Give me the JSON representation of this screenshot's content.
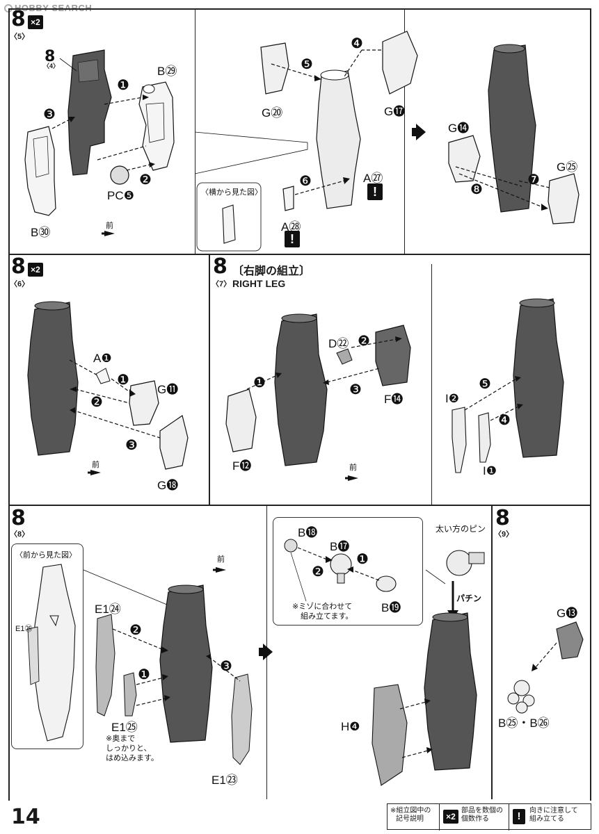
{
  "watermark": "HOBBY SEARCH",
  "page_number": "14",
  "steps": {
    "s5": {
      "num": "8",
      "sub": "〈5〉",
      "mult": "×2"
    },
    "s6": {
      "num": "8",
      "sub": "〈6〉",
      "mult": "×2"
    },
    "s7": {
      "num": "8",
      "sub": "〈7〉",
      "title": "〔右脚の組立〕",
      "subtitle": "RIGHT LEG"
    },
    "s8": {
      "num": "8",
      "sub": "〈8〉"
    },
    "s9": {
      "num": "8",
      "sub": "〈9〉"
    }
  },
  "panel1": {
    "ref_num": "8",
    "ref_sub": "〈4〉",
    "labels": {
      "b29": "B㉙",
      "b30": "B㉚",
      "pc5": "PC❺",
      "front": "前"
    },
    "steps": [
      "❶",
      "❷",
      "❸"
    ]
  },
  "panel2": {
    "labels": {
      "g20": "G⑳",
      "g17": "G⓱",
      "a27": "A㉗",
      "a28": "A㉘"
    },
    "side_view": "〈横から見た図〉",
    "steps": [
      "❹",
      "❺",
      "❻"
    ]
  },
  "panel3": {
    "labels": {
      "g14": "G⓮",
      "g25": "G㉕"
    },
    "steps": [
      "❼",
      "❽"
    ]
  },
  "panel4": {
    "labels": {
      "a1": "A❶",
      "g11": "G⓫",
      "g18": "G⓲",
      "front": "前"
    },
    "steps": [
      "❶",
      "❷",
      "❸"
    ]
  },
  "panel5": {
    "labels": {
      "d22": "D㉒",
      "f14": "F⓮",
      "f12": "F⓬",
      "front": "前"
    },
    "steps": [
      "❶",
      "❷",
      "❸"
    ]
  },
  "panel6": {
    "labels": {
      "i2": "I❷",
      "i1": "I❶"
    },
    "steps": [
      "❹",
      "❺"
    ]
  },
  "panel7": {
    "front_view": "〈前から見た図〉",
    "labels": {
      "e1_24": "E1㉔",
      "e1_25": "E1㉕",
      "e1_25b": "E1㉕",
      "e1_23": "E1㉓",
      "front": "前"
    },
    "note": [
      "※奥まで",
      "しっかりと、",
      "はめ込みます。"
    ],
    "steps": [
      "❶",
      "❷",
      "❸"
    ]
  },
  "panel8": {
    "labels": {
      "b18": "B⓲",
      "b17": "B⓱",
      "b19": "B⓳",
      "h4": "H❹"
    },
    "pin_note": "太い方のピン",
    "snap": "パチン",
    "groove_note": [
      "※ミゾに合わせて",
      "組み立てます。"
    ],
    "steps": [
      "❶",
      "❷"
    ]
  },
  "panel9": {
    "labels": {
      "g13": "G⓭",
      "b25_26": "B㉕・B㉖"
    }
  },
  "legend": {
    "title": [
      "※組立図中の",
      "記号説明"
    ],
    "mult_icon": "×2",
    "mult_text": [
      "部品を数個の",
      "個数作る"
    ],
    "bang_icon": "!",
    "bang_text": [
      "向きに注意して",
      "組み立てる"
    ]
  },
  "colors": {
    "ink": "#1a1a1a",
    "part_dark": "#5a5a5a",
    "part_light": "#e8e8e8"
  }
}
